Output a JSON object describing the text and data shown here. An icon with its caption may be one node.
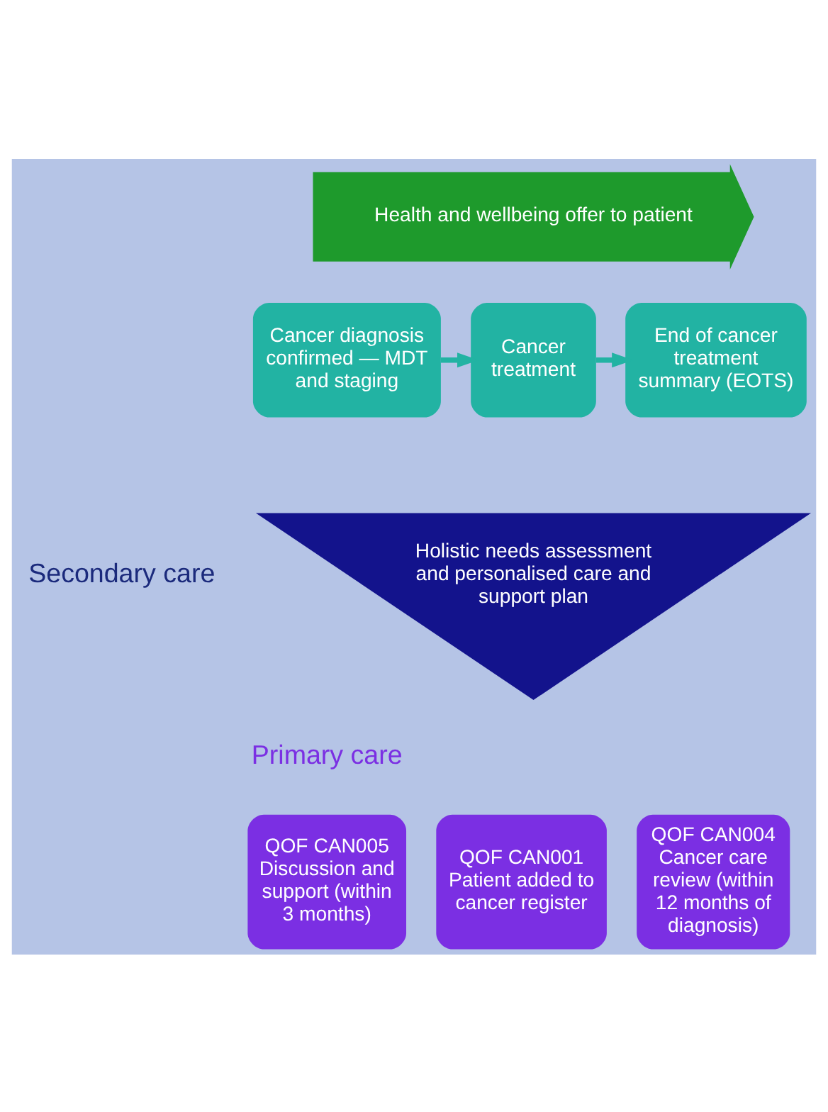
{
  "diagram": {
    "nodes": [
      {
        "text": [
          "Health and wellbeing offer to patient"
        ]
      },
      {
        "text": [
          "Cancer diagnosis confirmed — MDT and staging"
        ]
      },
      {
        "text": [
          "Cancer treatment"
        ]
      },
      {
        "text": [
          "End of cancer treatment summary (EOTS)"
        ]
      },
      {
        "text": [
          "Holistic needs assessment and personalised care and support plan"
        ]
      },
      {
        "text": [
          "QOF CAN001 Patient added to cancer register"
        ]
      },
      {
        "text": [
          "QOF CAN005 Discussion and support (within 3 months)"
        ]
      },
      {
        "text": [
          "QOF CAN004 Cancer care review (within 12 months of diagnosis)"
        ]
      }
    ],
    "edges": [
      {
        "from": 1,
        "to": 2,
        "arrow": "to"
      },
      {
        "from": 2,
        "to": 3,
        "arrow": "to"
      }
    ],
    "labels": [
      "Secondary care",
      "Primary care"
    ]
  }
}
